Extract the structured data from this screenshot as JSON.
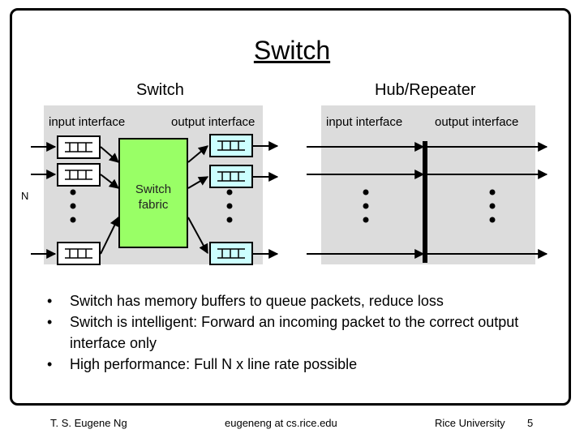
{
  "title": "Switch",
  "switch_section": {
    "heading": "Switch",
    "input_label": "input interface",
    "output_label": "output interface",
    "fabric_line1": "Switch",
    "fabric_line2": "fabric",
    "n_label": "N"
  },
  "hub_section": {
    "heading": "Hub/Repeater",
    "input_label": "input interface",
    "output_label": "output interface"
  },
  "bullets": [
    "Switch has memory buffers to queue packets, reduce loss",
    "Switch is intelligent: Forward an incoming packet to the correct output interface only",
    "High performance: Full N x line rate possible"
  ],
  "footer": {
    "author": "T. S. Eugene Ng",
    "email": "eugeneng at cs.rice.edu",
    "org": "Rice University",
    "page": "5"
  },
  "colors": {
    "panel": "#dcdcdc",
    "fabric": "#99ff66",
    "output_buffer": "#ccffff"
  }
}
